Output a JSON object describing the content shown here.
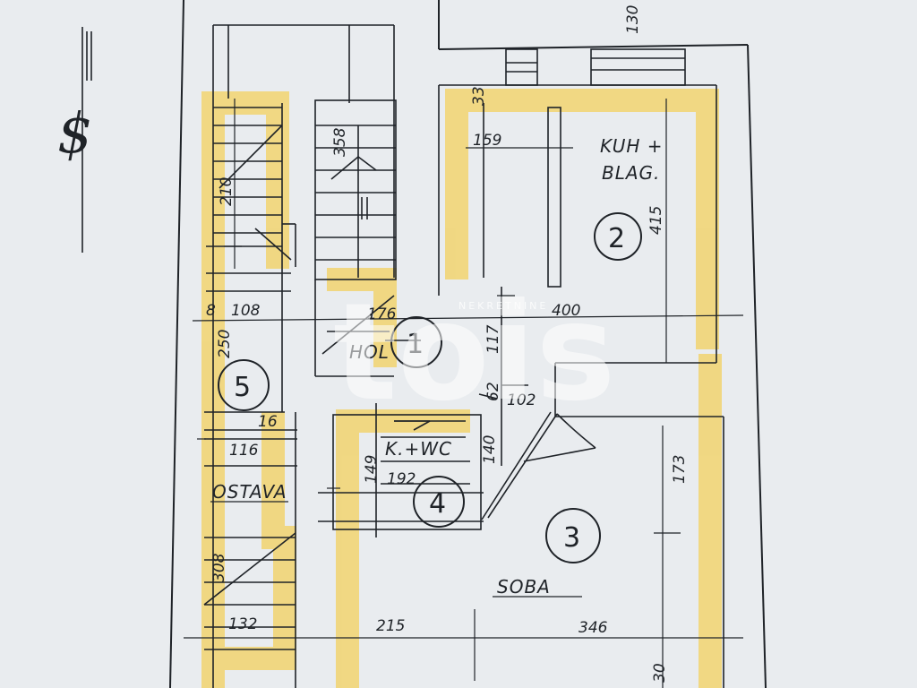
{
  "north_symbol": "$",
  "rooms": [
    {
      "number": "1",
      "label": "HOL"
    },
    {
      "number": "2",
      "label": "KUH +",
      "label_line2": "BLAG."
    },
    {
      "number": "3",
      "label": "SOBA"
    },
    {
      "number": "4",
      "label": "K.+WC"
    },
    {
      "number": "5",
      "label": "OSTAVA"
    }
  ],
  "dimensions": {
    "top_pair": "130 30",
    "d33": "33",
    "d159": "159",
    "d358": "358",
    "d210": "210",
    "d415": "415",
    "d8": "8",
    "d108": "108",
    "d176": "176",
    "d400": "400",
    "d250": "250",
    "d117": "117",
    "d62": "62",
    "d102": "102",
    "d16": "16",
    "d116": "116",
    "d149": "149",
    "d140": "140",
    "d192": "192",
    "d173": "173",
    "d308": "308",
    "d132": "132",
    "d215": "215",
    "d346": "346",
    "d30": "30"
  },
  "watermark": {
    "text": "tois",
    "subtext": "NEKRETNINE"
  },
  "colors": {
    "paper": "#e9ecef",
    "highlight": "#f1d679",
    "ink": "#1f2328"
  }
}
